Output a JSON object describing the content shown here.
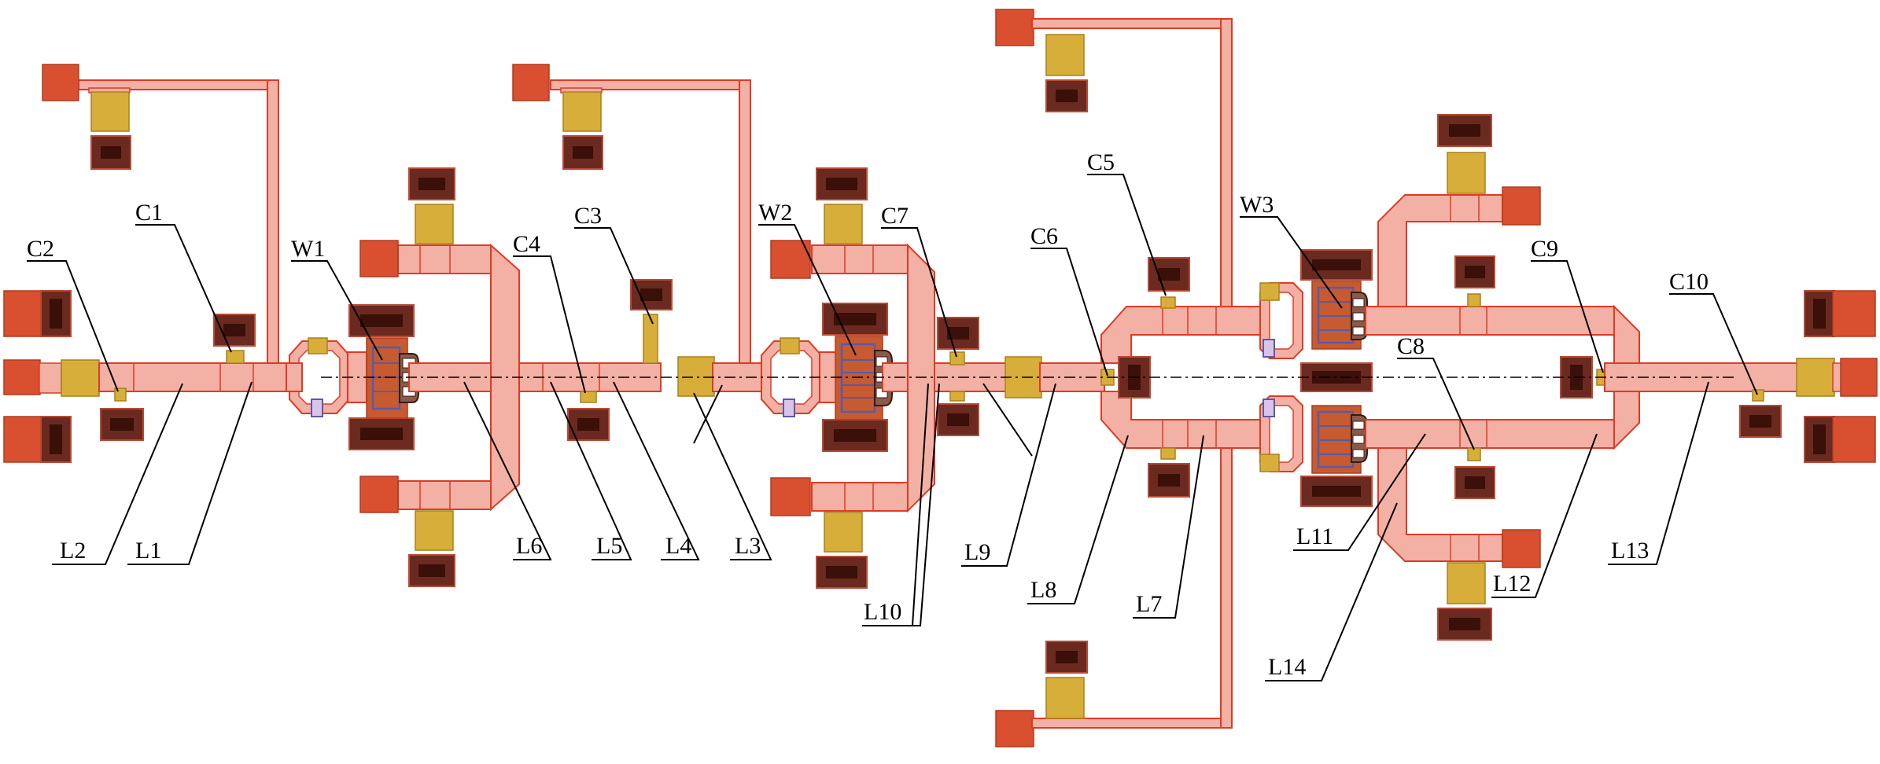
{
  "labels": {
    "C1": "C1",
    "C2": "C2",
    "C3": "C3",
    "C4": "C4",
    "C5": "C5",
    "C6": "C6",
    "C7": "C7",
    "C8": "C8",
    "C9": "C9",
    "C10": "C10",
    "W1": "W1",
    "W2": "W2",
    "W3": "W3",
    "L1": "L1",
    "L2": "L2",
    "L3": "L3",
    "L4": "L4",
    "L5": "L5",
    "L6": "L6",
    "L7": "L7",
    "L8": "L8",
    "L9": "L9",
    "L10": "L10",
    "L11": "L11",
    "L12": "L12",
    "L13": "L13",
    "L14": "L14"
  },
  "colors": {
    "microstrip_fill": "#f2b1a4",
    "microstrip_edge": "#e03a24",
    "bias_pad": "#d8502f",
    "capacitor_pad": "#d8ae3a",
    "via_pad": "#6a2a20",
    "transistor_gate": "#5a5aa8"
  }
}
